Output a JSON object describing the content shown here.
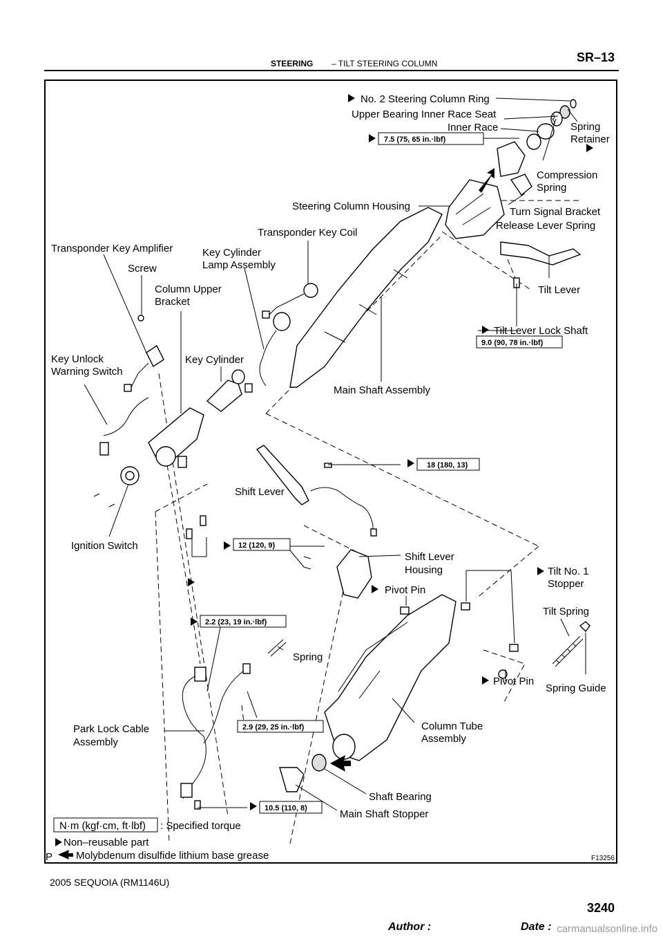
{
  "header": {
    "section": "STEERING",
    "subtitle": "–   TILT STEERING COLUMN",
    "page_code": "SR–13"
  },
  "labels": {
    "no2_ring": "No. 2 Steering Column Ring",
    "upper_bearing_seat": "Upper Bearing Inner Race Seat",
    "inner_race": "Inner Race",
    "spring_retainer_1": "Spring",
    "spring_retainer_2": "Retainer",
    "compression_spring_1": "Compression",
    "compression_spring_2": "Spring",
    "steering_column_housing": "Steering Column Housing",
    "turn_signal_bracket": "Turn Signal Bracket",
    "release_lever_spring": "Release Lever Spring",
    "transponder_key_coil": "Transponder Key Coil",
    "transponder_key_amplifier": "Transponder Key Amplifier",
    "key_cylinder_lamp_1": "Key Cylinder",
    "key_cylinder_lamp_2": "Lamp Assembly",
    "screw": "Screw",
    "column_upper_bracket_1": "Column Upper",
    "column_upper_bracket_2": "Bracket",
    "tilt_lever": "Tilt Lever",
    "tilt_lever_lock_shaft": "Tilt Lever Lock Shaft",
    "key_unlock_1": "Key Unlock",
    "key_unlock_2": "Warning Switch",
    "key_cylinder": "Key Cylinder",
    "main_shaft_assembly": "Main Shaft Assembly",
    "shift_lever": "Shift Lever",
    "ignition_switch": "Ignition Switch",
    "shift_lever_housing_1": "Shift Lever",
    "shift_lever_housing_2": "Housing",
    "tilt_no1_stopper_1": "Tilt No. 1",
    "tilt_no1_stopper_2": "Stopper",
    "pivot_pin_upper": "Pivot Pin",
    "tilt_spring": "Tilt Spring",
    "spring": "Spring",
    "pivot_pin_lower": "Pivot Pin",
    "spring_guide": "Spring Guide",
    "park_lock_cable_1": "Park Lock Cable",
    "park_lock_cable_2": "Assembly",
    "column_tube_1": "Column Tube",
    "column_tube_2": "Assembly",
    "shaft_bearing": "Shaft Bearing",
    "main_shaft_stopper": "Main Shaft Stopper"
  },
  "torques": {
    "t1": "7.5 (75, 65 in.·lbf)",
    "t2": "9.0 (90, 78 in.·lbf)",
    "t3": "18 (180, 13)",
    "t4": "12 (120, 9)",
    "t5": "2.2 (23, 19 in.·lbf)",
    "t6": "2.9 (29, 25 in.·lbf)",
    "t7": "10.5 (110, 8)"
  },
  "legend": {
    "unit_box": "N·m (kgf·cm, ft·lbf)",
    "specified_torque": ": Specified torque",
    "non_reusable": "Non–reusable part",
    "grease": "Molybdenum disulfide lithium base grease",
    "p_mark": "P",
    "figure_code": "F13256"
  },
  "footer": {
    "model": "2005 SEQUOIA   (RM1146U)",
    "page_number": "3240",
    "author": "Author :",
    "date": "Date :",
    "watermark": "carmanualsonline.info"
  }
}
